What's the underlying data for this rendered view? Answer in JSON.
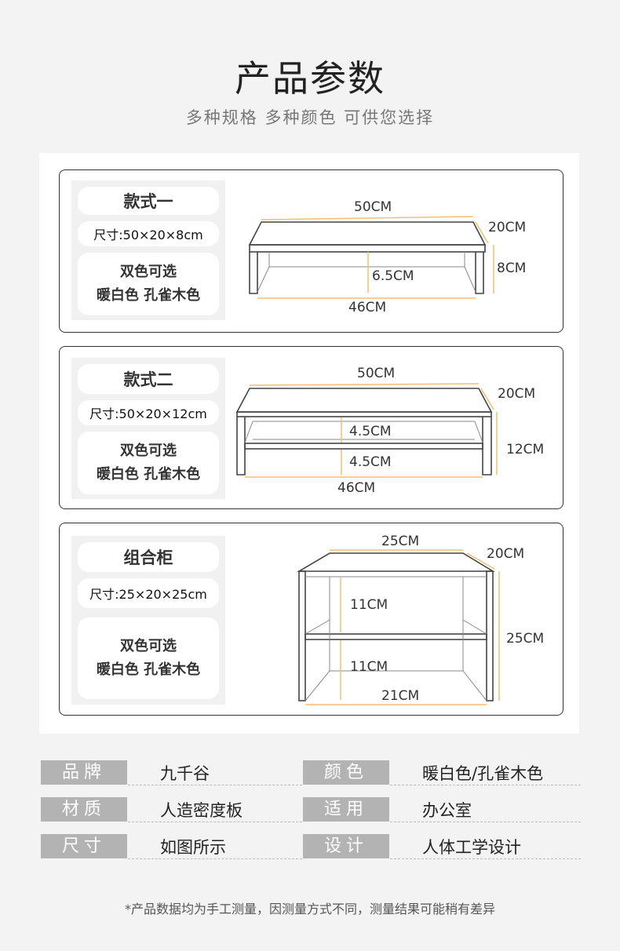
{
  "header": {
    "title": "产品参数",
    "subtitle": "多种规格  多种颜色  可供您选择"
  },
  "styles": [
    {
      "name": "款式一",
      "size": "尺寸:50×20×8cm",
      "color_line1": "双色可选",
      "color_line2": "暖白色 孔雀木色",
      "dims": [
        "50CM",
        "20CM",
        "8CM",
        "6.5CM",
        "46CM"
      ]
    },
    {
      "name": "款式二",
      "size": "尺寸:50×20×12cm",
      "color_line1": "双色可选",
      "color_line2": "暖白色 孔雀木色",
      "dims": [
        "50CM",
        "20CM",
        "12CM",
        "4.5CM",
        "4.5CM",
        "46CM"
      ]
    },
    {
      "name": "组合柜",
      "size": "尺寸:25×20×25cm",
      "color_line1": "双色可选",
      "color_line2": "暖白色 孔雀木色",
      "dims": [
        "25CM",
        "20CM",
        "25CM",
        "11CM",
        "11CM",
        "21CM"
      ]
    }
  ],
  "specs": [
    {
      "label": "品牌",
      "value": "九千谷"
    },
    {
      "label": "颜色",
      "value": "暖白色/孔雀木色"
    },
    {
      "label": "材质",
      "value": "人造密度板"
    },
    {
      "label": "适用",
      "value": "办公室"
    },
    {
      "label": "尺寸",
      "value": "如图所示"
    },
    {
      "label": "设计",
      "value": "人体工学设计"
    }
  ],
  "footnote": "*产品数据均为手工测量，因测量方式不同，测量结果可能稍有差异",
  "colors": {
    "dimension_line": "#f0c070",
    "label_bg": "#b3b3b3"
  }
}
